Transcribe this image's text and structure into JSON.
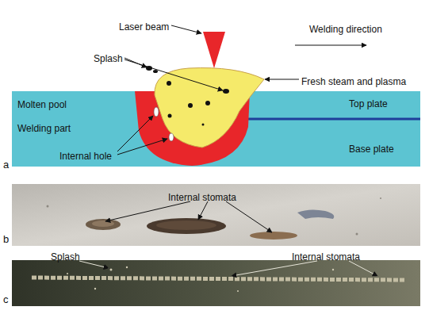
{
  "diagram": {
    "labels": [
      "Laser beam",
      "Welding direction",
      "Splash",
      "Fresh steam and plasma",
      "Molten pool",
      "Top plate",
      "Welding part",
      "Base plate",
      "Internal hole",
      "a",
      "Internal stomata",
      "b",
      "Splash",
      "Internal stomata",
      "c"
    ]
  }
}
